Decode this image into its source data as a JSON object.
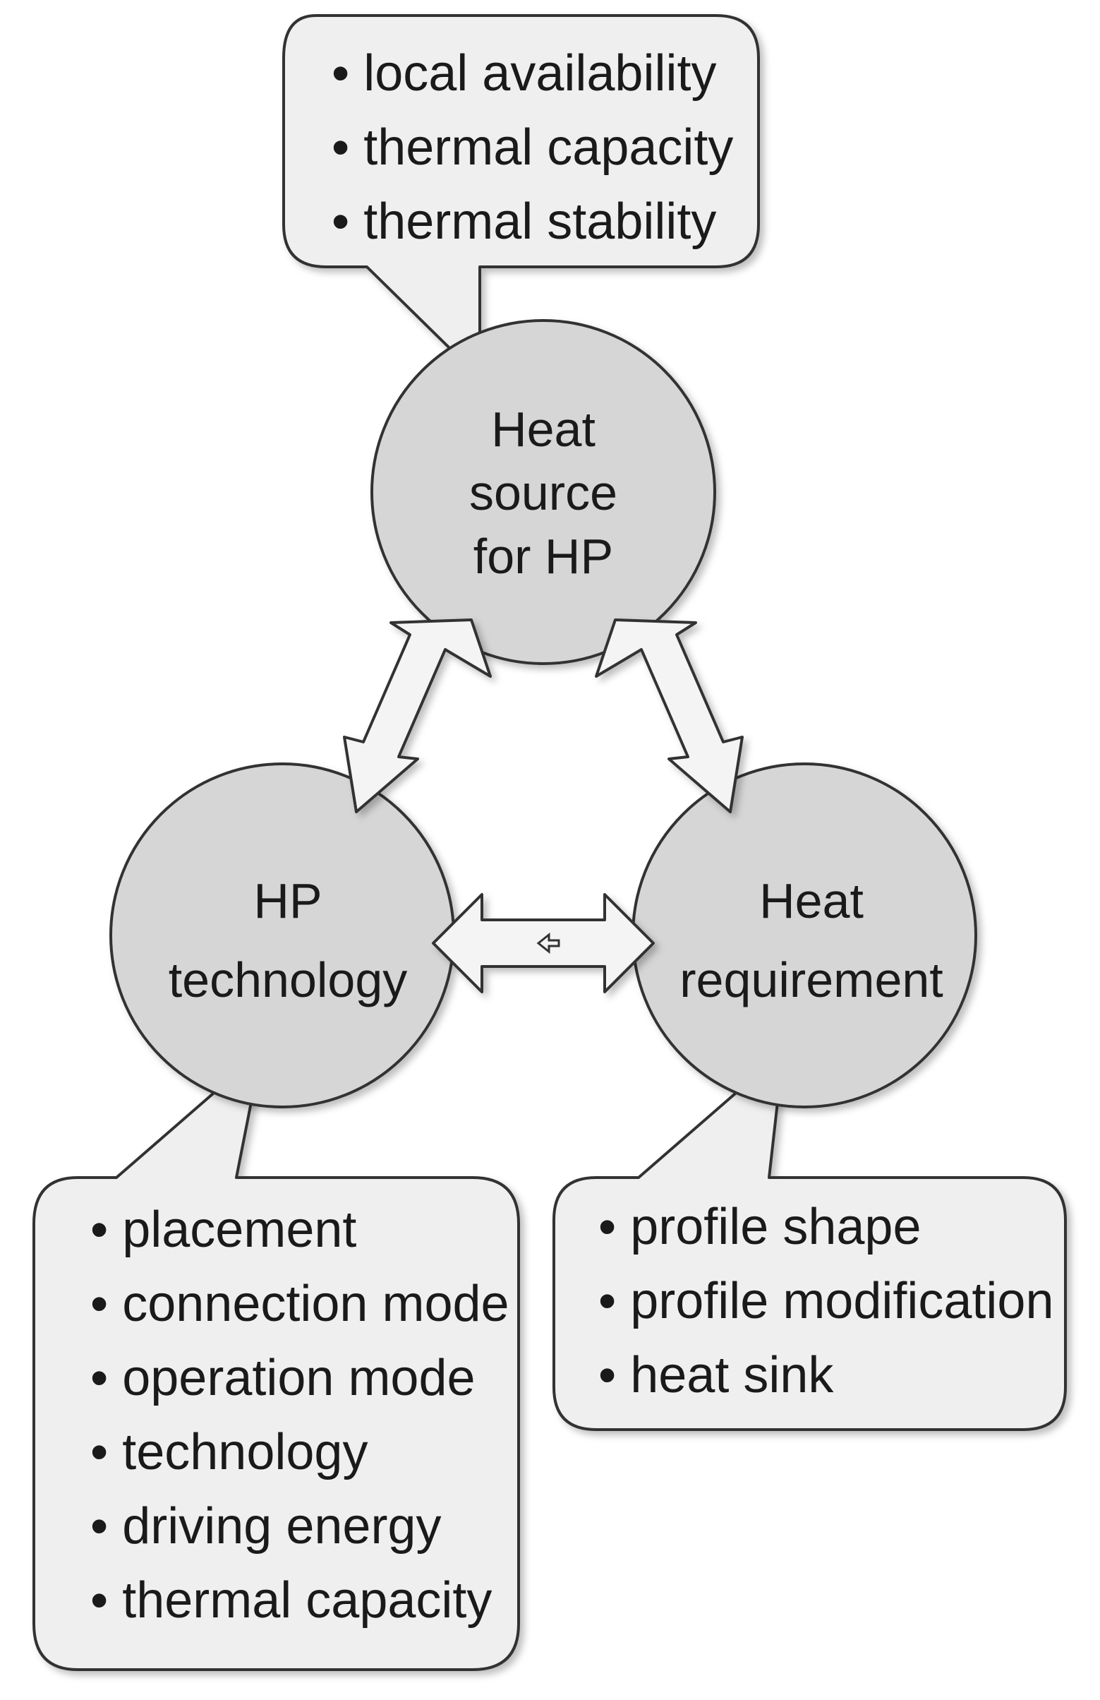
{
  "nodes": {
    "heat_source": {
      "lines": [
        "Heat",
        "source",
        "for HP"
      ]
    },
    "hp_technology": {
      "lines": [
        "HP",
        "technology"
      ]
    },
    "heat_requirement": {
      "lines": [
        "Heat",
        "requirement"
      ]
    }
  },
  "callouts": {
    "heat_source": [
      "• local availability",
      "• thermal capacity",
      "• thermal stability"
    ],
    "hp_technology": [
      "• placement",
      "• connection mode",
      "• operation mode",
      "• technology",
      "• driving energy",
      "• thermal capacity"
    ],
    "heat_requirement": [
      "• profile shape",
      "• profile modification",
      "• heat sink"
    ]
  },
  "colors": {
    "node_fill": "#d6d6d6",
    "callout_fill": "#efefef",
    "arrow_fill": "#f4f4f4",
    "stroke": "#333333"
  }
}
